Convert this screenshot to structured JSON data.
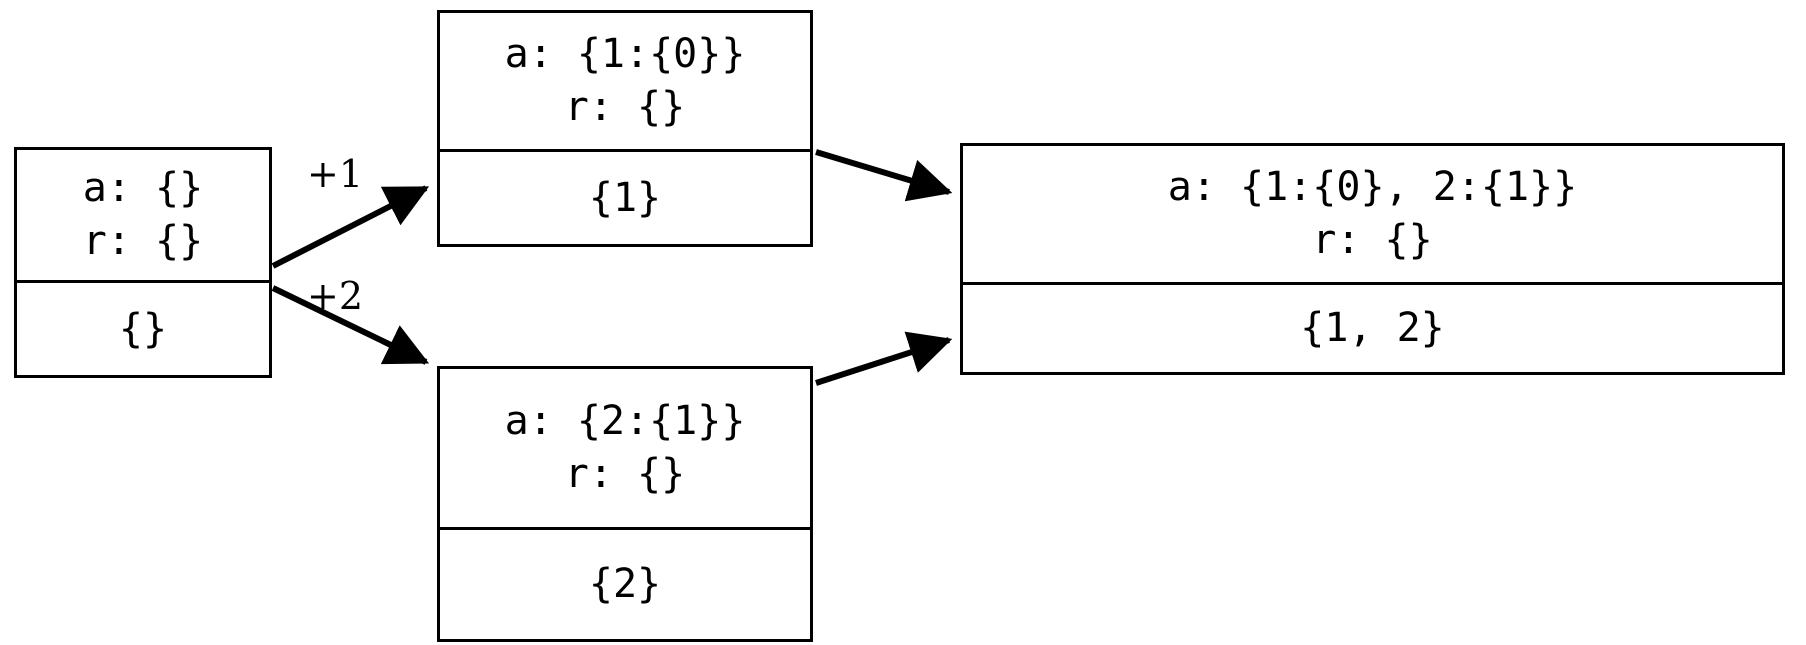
{
  "diagram": {
    "title": "",
    "colors": {
      "stroke": "#000000",
      "fill": "#ffffff",
      "text": "#000000"
    },
    "nodes": [
      {
        "id": "root",
        "head_lines": [
          "a: {}",
          "r: {}"
        ],
        "body": "{}"
      },
      {
        "id": "plus1",
        "head_lines": [
          "a: {1:{0}}",
          "r: {}"
        ],
        "body": "{1}"
      },
      {
        "id": "plus2",
        "head_lines": [
          "a: {2:{1}}",
          "r: {}"
        ],
        "body": "{2}"
      },
      {
        "id": "merged",
        "head_lines": [
          "a: {1:{0}, 2:{1}}",
          "r: {}"
        ],
        "body": "{1, 2}"
      }
    ],
    "edges": [
      {
        "id": "root-to-plus1",
        "label": "+1"
      },
      {
        "id": "root-to-plus2",
        "label": "+2"
      },
      {
        "id": "plus1-to-merged",
        "label": ""
      },
      {
        "id": "plus2-to-merged",
        "label": ""
      }
    ]
  }
}
